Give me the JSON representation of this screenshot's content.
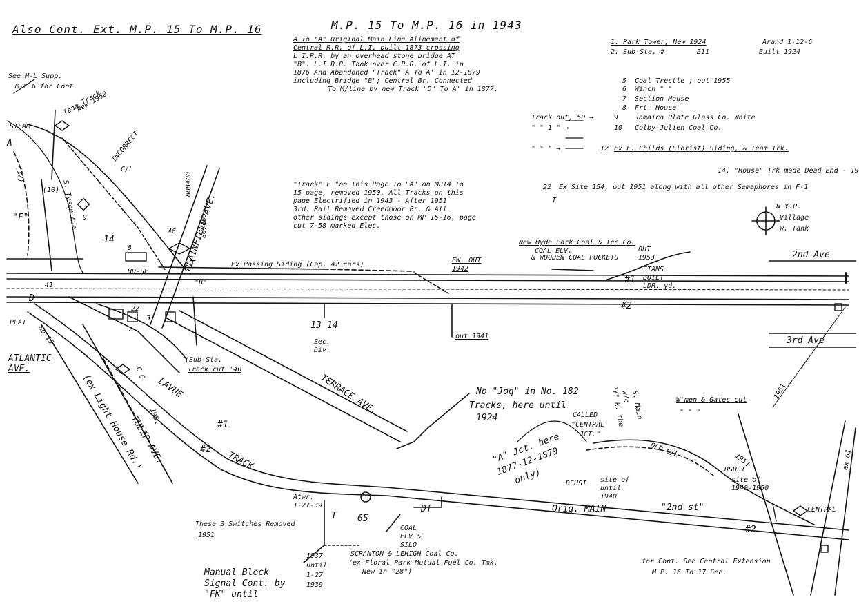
{
  "header": {
    "left_title": "Also Cont. Ext. M.P. 15 To M.P. 16",
    "main_title": "M.P. 15   To   M.P. 16 in 1943"
  },
  "notes": {
    "alignment": [
      "A To \"A\"  Original Main Line Alinement of",
      "Central R.R. of L.I. built 1873 crossing",
      "L.I.R.R. by an overhead stone bridge AT",
      "\"B\". L.I.R.R. Took over C.R.R. of L.I. in",
      "1876 And Abandoned \"Track\" A To A' in 12-1879",
      "including Bridge \"B\";  Central Br. Connected",
      "To M/line by new Track \"D\" To A' in 1877."
    ],
    "track_f": [
      "\"Track\" F \"on This Page To \"A\" on MP14 To",
      "15 page, removed 1950. All Tracks on this",
      "page Electrified in 1943 - After 1951",
      "3rd. Rail Removed Creedmoor Br. & All",
      "other sidings except those on MP 15-16, page",
      "cut 7-58 marked Elec."
    ],
    "see_ml": [
      "See M-L Supp.",
      "M-L 6 for Cont."
    ],
    "removed_switches": [
      "These 3 Switches Removed",
      "1951"
    ],
    "manual_block": [
      "Manual Block",
      "Signal Cont. by",
      "\"FK\" until"
    ],
    "until": [
      "1937",
      "until",
      "1-27",
      "1939"
    ],
    "scranton": [
      "SCRANTON & LEHIGH Coal Co.",
      "(ex Floral Park Mutual Fuel Co. Tmk.",
      "New in \"28\")"
    ],
    "coal_silo": [
      "COAL",
      "ELV &",
      "SILO"
    ],
    "for_cont": [
      "for Cont. See Central Extension",
      "M.P. 16 To 17 See."
    ],
    "a_jct": [
      "\"A\" Jct. here",
      "1877-12-1879",
      "only)"
    ],
    "called_central": [
      "CALLED",
      "\"CENTRAL",
      "JCT.\""
    ],
    "yk_note": [
      "\"Y\" k. the",
      "w/o",
      "S. Main"
    ],
    "no_jog": [
      "No \"Jog\" in No. 182",
      "Tracks, here until",
      "1924"
    ],
    "sub_sta_cut": [
      "(Sub-Sta.",
      "Track cut '40"
    ],
    "wmen_gates": "W'men & Gates cut",
    "ditto": "\"    \"    \""
  },
  "legend": {
    "park_tower": "1. Park Tower, New 1924",
    "park_tower_right": "Arand 1-12-6",
    "sub_sta": "2. Sub-Sta. #",
    "sub_sta_no": "B11",
    "sub_sta_built": "Built 1924",
    "items": [
      {
        "num": "5",
        "text": "Coal Trestle ; out 1955"
      },
      {
        "num": "6",
        "text": "Winch      \"     \""
      },
      {
        "num": "7",
        "text": "Section House"
      },
      {
        "num": "8",
        "text": "Frt. House"
      },
      {
        "num": "9",
        "text": "Jamaica Plate Glass Co. White",
        "prefix": "Track out, 50 →"
      },
      {
        "num": "10",
        "text": "Colby-Julien Coal Co.",
        "prefix": "\"   \" 1 \" →"
      },
      {
        "num": "12",
        "text": "Ex F. Childs (Florist) Siding, & Team Trk.",
        "prefix": "\"   \"  \" →"
      }
    ],
    "house_track": "14. \"House\" Trk made Dead End - 19",
    "semaphore": "Ex Site 154, out 1951 along with all other Semaphores in F-1",
    "semaphore_no": "22"
  },
  "labels": {
    "team_track": "Team Track",
    "team_new": "New 1950",
    "steam": "STEAM",
    "a_left": "A",
    "f_left": "\"F\"",
    "incorrect": "INCORRECT",
    "cl": "C/L",
    "tyson": "S. Tyson Ave",
    "plainfield": "PLAINFIELD AVE.",
    "miles1": "808400",
    "miles2": "807405",
    "passing": "Ex Passing Siding (Cap. 42 cars)",
    "ew_out": "EW. OUT 1942",
    "out_1941": "out 1941",
    "sec_div": "Sec. Div.",
    "mp_13": "13",
    "mp_14": "14",
    "hyde_park": "New Hyde Park Coal & Ice Co.",
    "coal_elv": "COAL ELV.",
    "wooden": "& WOODEN COAL POCKETS",
    "out_1953": "OUT 1953",
    "stans": "STANS BUILT LDR. yd.",
    "nyp": "N.Y.P.",
    "village": "Village",
    "w_tank": "W. Tank",
    "ave_2nd": "2nd Ave",
    "ave_3rd": "3rd Ave",
    "no_2": "#2",
    "no_1": "#1",
    "atlantic": "ATLANTIC AVE.",
    "plat": "PLAT",
    "terrace": "TERRACE AVE.",
    "lavue": "LAVUE",
    "track": "TRACK",
    "light_house": "(ex Light House Rd.)",
    "tulip": "TULIP AVE.",
    "orig_main": "Orig. MAIN",
    "second_st": "\"2nd st\"",
    "old_cl": "OLD C/L",
    "ds_1": "DSUSI",
    "site_1940": "site of until 1940",
    "ds_2": "DSUSI",
    "site_2": "site of 1940-1950",
    "atwr": "Atwr. 1-27-39",
    "num_65": "65",
    "t1": "T",
    "t2": "T",
    "t3": "T",
    "dt": "DT",
    "cc": "C C",
    "central": "CENTRAL",
    "ex_61": "ex 61",
    "year_1951a": "1951",
    "year_1951b": "1951",
    "year_1951c": "1951",
    "num_41": "41",
    "num_9": "9",
    "num_14": "14",
    "num_8": "8",
    "num_46": "46",
    "hose": "HO-SE",
    "num_10": "(10)",
    "num_12": "(12)",
    "b_mark": "\"B\"",
    "d_mark": "D",
    "no15": "No 15",
    "box2": "2",
    "box22": "22",
    "box3": "3"
  },
  "colors": {
    "ink": "#141414",
    "paper": "#ffffff"
  }
}
